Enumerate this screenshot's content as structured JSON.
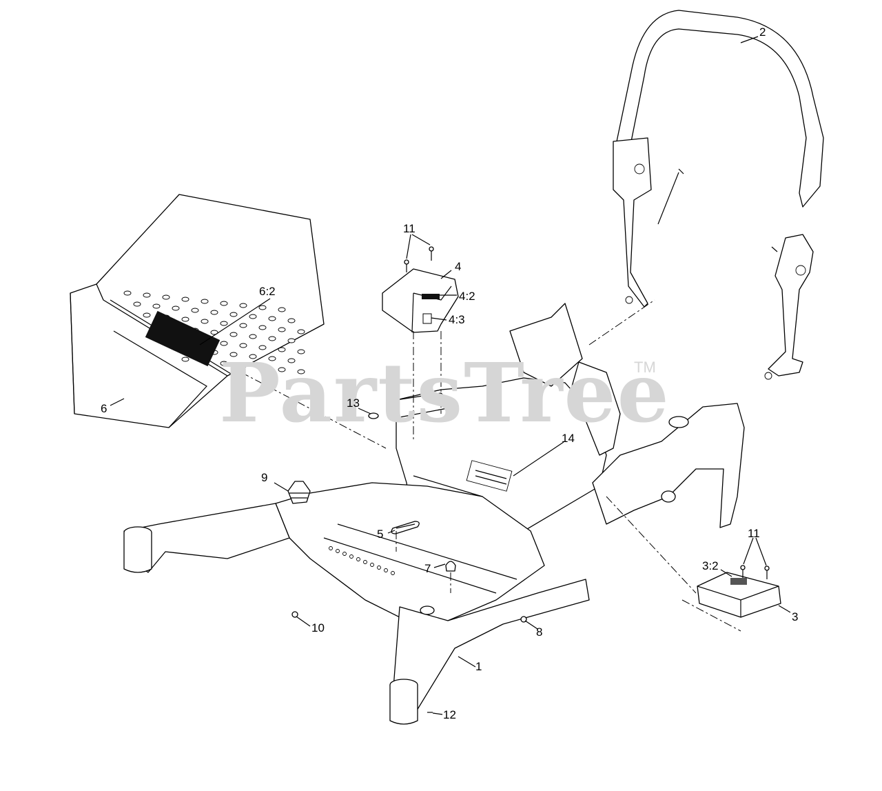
{
  "watermark": {
    "text": "PartsTree",
    "tm": "TM"
  },
  "callouts": {
    "c1": "1",
    "c2": "2",
    "c3": "3",
    "c3_2": "3:2",
    "c4": "4",
    "c4_2": "4:2",
    "c4_3": "4:3",
    "c5": "5",
    "c6": "6",
    "c6_2": "6:2",
    "c7": "7",
    "c8": "8",
    "c9": "9",
    "c10": "10",
    "c11a": "11",
    "c11b": "11",
    "c12": "12",
    "c13": "13",
    "c14": "14"
  },
  "colors": {
    "line": "#000000",
    "watermark": "#d6d6d6",
    "background": "#ffffff"
  }
}
